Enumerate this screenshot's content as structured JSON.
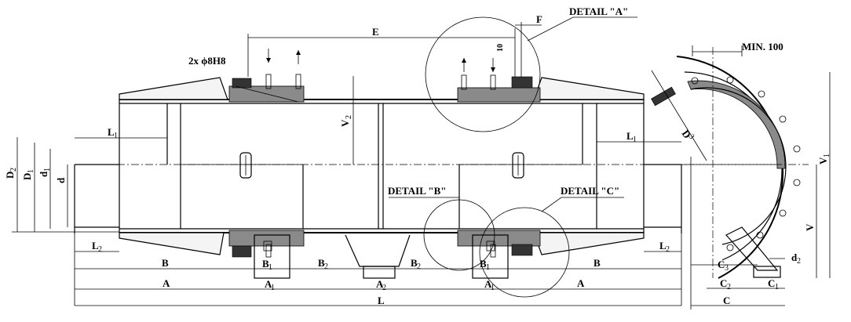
{
  "labels": {
    "E": "E",
    "F": "F",
    "detail_a": "DETAIL \"A\"",
    "detail_b": "DETAIL \"B\"",
    "detail_c": "DETAIL \"C\"",
    "pin": "2x ϕ8H8",
    "ten": "10",
    "min100": "MIN. 100",
    "L1_left": "L",
    "L1_left_sub": "1",
    "L1_right": "L",
    "L1_right_sub": "1",
    "L2_left": "L",
    "L2_left_sub": "2",
    "L2_right": "L",
    "L2_right_sub": "2",
    "V2": "V",
    "V2_sub": "2",
    "D2": "D",
    "D2_sub": "2",
    "D1": "D",
    "D1_sub": "1",
    "d1": "d",
    "d1_sub": "1",
    "d": "d",
    "B_left": "B",
    "B_right": "B",
    "B1_left": "B",
    "B1_left_sub": "1",
    "B1_right": "B",
    "B1_right_sub": "1",
    "B2_left": "B",
    "B2_left_sub": "2",
    "B2_right": "B",
    "B2_right_sub": "2",
    "A_left": "A",
    "A_right": "A",
    "A1_left": "A",
    "A1_left_sub": "1",
    "A1_right": "A",
    "A1_right_sub": "1",
    "A2": "A",
    "A2_sub": "2",
    "L": "L",
    "D3": "D",
    "D3_sub": "3",
    "V1": "V",
    "V1_sub": "1",
    "V": "V",
    "C3": "C",
    "C3_sub": "3",
    "d2": "d",
    "d2_sub": "2",
    "C2": "C",
    "C2_sub": "2",
    "C1": "C",
    "C1_sub": "1",
    "C": "C"
  }
}
